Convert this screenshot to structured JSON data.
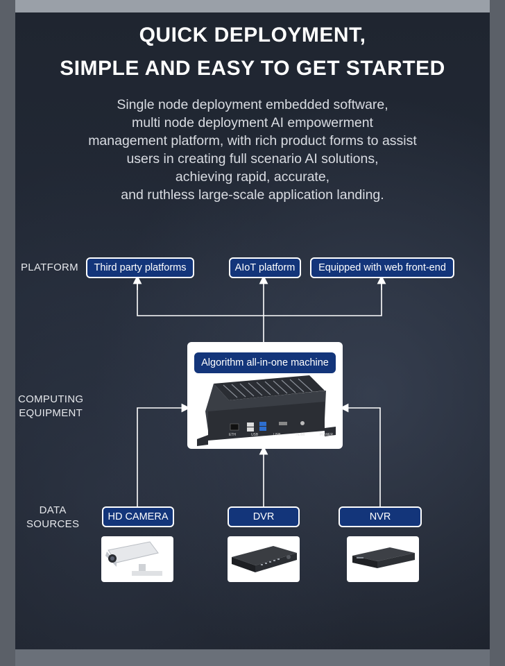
{
  "title": {
    "line1": "QUICK DEPLOYMENT,",
    "line2": "SIMPLE AND EASY TO GET STARTED"
  },
  "description": [
    "Single node deployment embedded software,",
    "multi node deployment AI empowerment",
    "management platform, with rich product forms to assist",
    "users in creating full scenario AI solutions,",
    "achieving rapid, accurate,",
    "and ruthless large-scale application landing."
  ],
  "rows": {
    "platform": "PLATFORM",
    "computing": [
      "COMPUTING",
      "EQUIPMENT"
    ],
    "data_sources": [
      "DATA",
      "SOURCES"
    ]
  },
  "platforms": [
    "Third party platforms",
    "AIoT platform",
    "Equipped with web front-end"
  ],
  "machine": {
    "label": "Algorithm all-in-one machine",
    "port_labels": [
      "ETH",
      "USB",
      "USB",
      "HDMI",
      "POWER"
    ]
  },
  "sources": [
    "HD CAMERA",
    "DVR",
    "NVR"
  ],
  "colors": {
    "tag_fill": "#13357a",
    "tag_border": "#ffffff",
    "arrow": "#ffffff",
    "background": "#1f2530"
  }
}
